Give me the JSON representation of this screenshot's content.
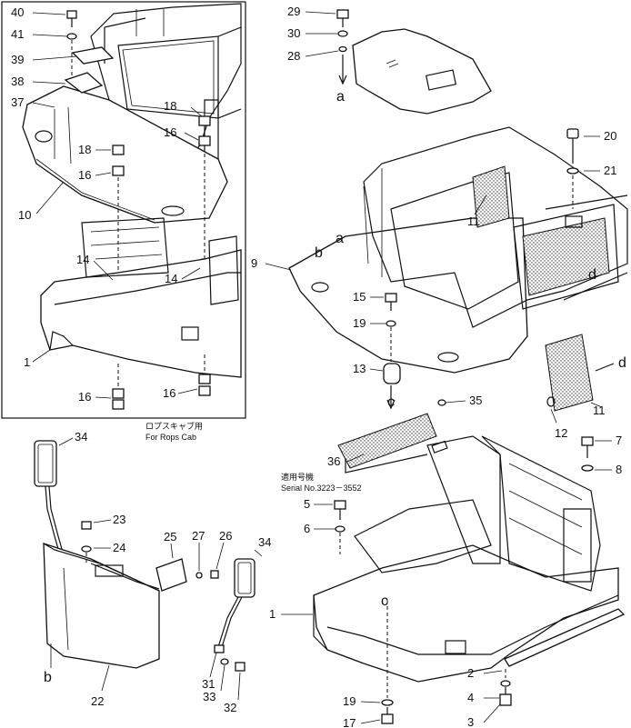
{
  "notes": {
    "rops_jp": "ロプスキャブ用",
    "rops_en": "For Rops Cab",
    "serial_jp": "適用号機",
    "serial_en": "Serial No.3223－3552"
  },
  "letters": {
    "a": "a",
    "b": "b",
    "c": "c",
    "d": "d"
  },
  "parts": {
    "p1": "1",
    "p2": "2",
    "p3": "3",
    "p4": "4",
    "p5": "5",
    "p6": "6",
    "p7": "7",
    "p8": "8",
    "p9": "9",
    "p10": "10",
    "p11": "11",
    "p12": "12",
    "p13": "13",
    "p14": "14",
    "p15": "15",
    "p16": "16",
    "p17": "17",
    "p18": "18",
    "p19": "19",
    "p20": "20",
    "p21": "21",
    "p22": "22",
    "p23": "23",
    "p24": "24",
    "p25": "25",
    "p26": "26",
    "p27": "27",
    "p28": "28",
    "p29": "29",
    "p30": "30",
    "p31": "31",
    "p32": "32",
    "p33": "33",
    "p34": "34",
    "p35": "35",
    "p36": "36",
    "p37": "37",
    "p38": "38",
    "p39": "39",
    "p40": "40",
    "p41": "41"
  }
}
